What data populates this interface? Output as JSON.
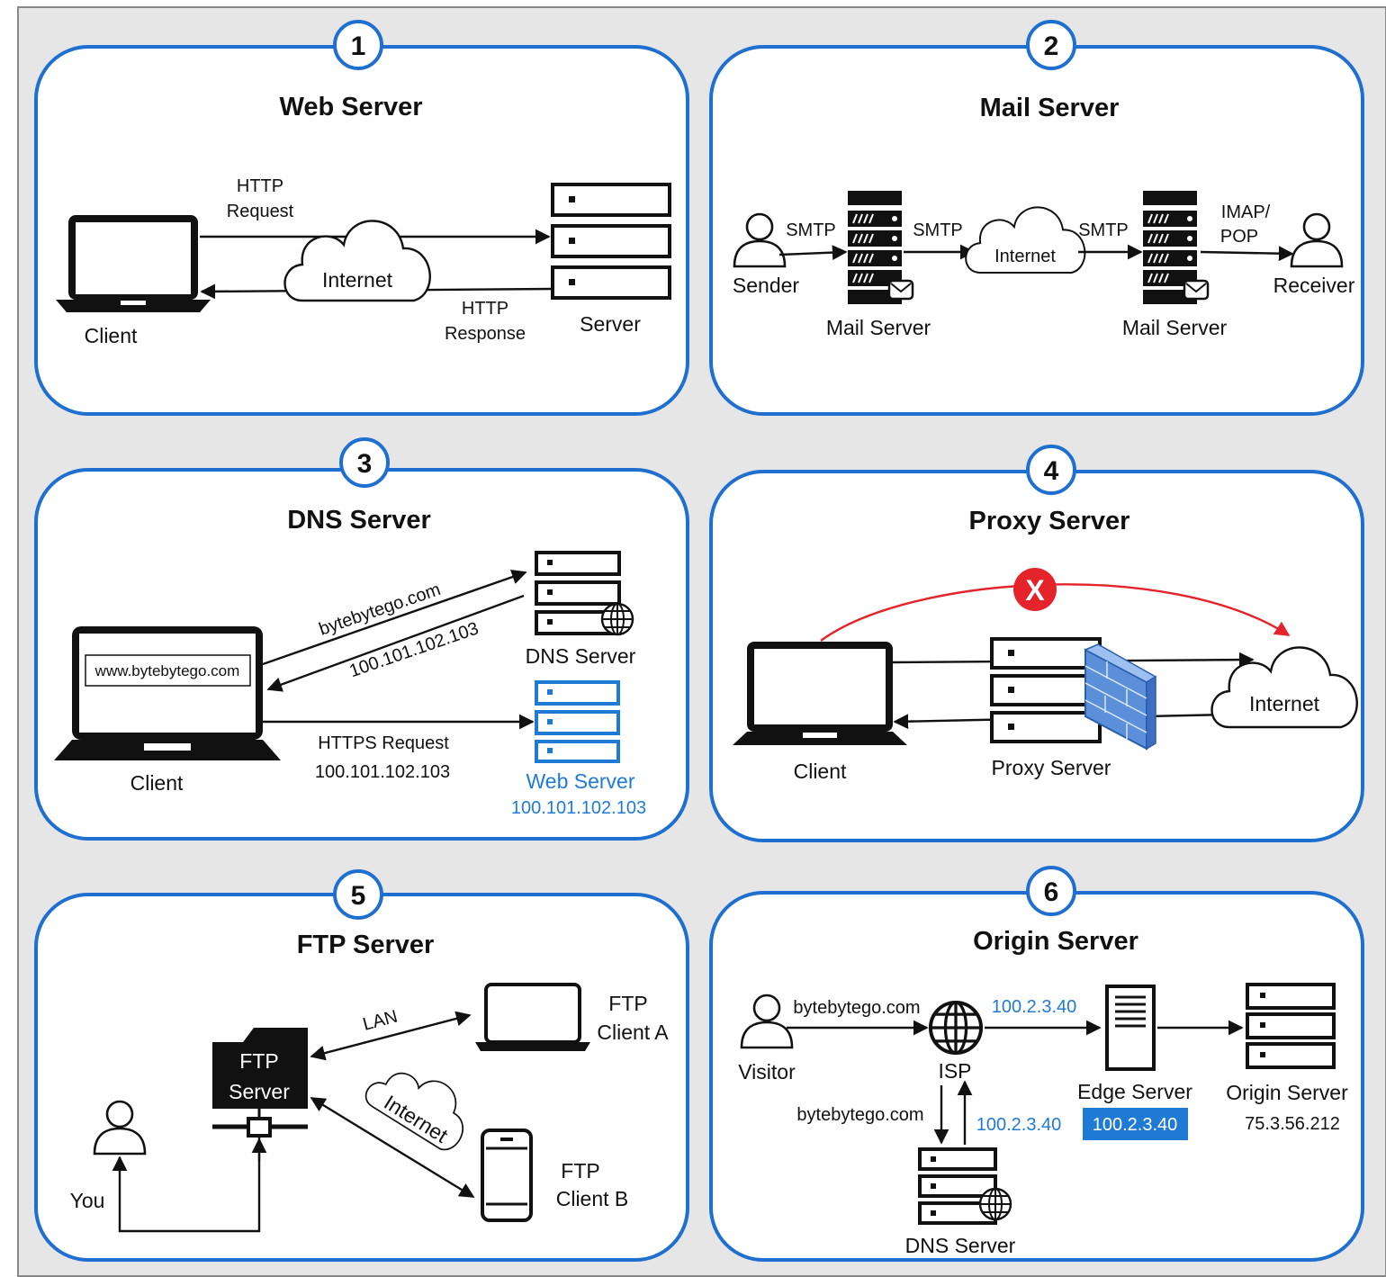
{
  "panels": [
    {
      "number": "1",
      "title": "Web Server"
    },
    {
      "number": "2",
      "title": "Mail Server"
    },
    {
      "number": "3",
      "title": "DNS Server"
    },
    {
      "number": "4",
      "title": "Proxy Server"
    },
    {
      "number": "5",
      "title": "FTP Server"
    },
    {
      "number": "6",
      "title": "Origin Server"
    }
  ],
  "web": {
    "client": "Client",
    "server": "Server",
    "internet": "Internet",
    "request_1": "HTTP",
    "request_2": "Request",
    "response_1": "HTTP",
    "response_2": "Response"
  },
  "mail": {
    "sender": "Sender",
    "receiver": "Receiver",
    "internet": "Internet",
    "smtp": "SMTP",
    "imap_1": "IMAP/",
    "imap_2": "POP",
    "mail_server": "Mail Server"
  },
  "dns": {
    "url": "www.bytebytego.com",
    "client": "Client",
    "domain": "bytebytego.com",
    "ip_reply": "100.101.102.103",
    "dns_server": "DNS Server",
    "https_request": "HTTPS Request",
    "https_ip": "100.101.102.103",
    "web_server": "Web Server",
    "web_ip": "100.101.102.103"
  },
  "proxy": {
    "client": "Client",
    "proxy_server": "Proxy Server",
    "internet": "Internet",
    "blocked_mark": "X"
  },
  "ftp": {
    "server_1": "FTP",
    "server_2": "Server",
    "lan": "LAN",
    "internet": "Internet",
    "client_a_1": "FTP",
    "client_a_2": "Client A",
    "client_b_1": "FTP",
    "client_b_2": "Client B",
    "you": "You"
  },
  "origin": {
    "visitor": "Visitor",
    "domain": "bytebytego.com",
    "isp": "ISP",
    "ip_top": "100.2.3.40",
    "dns_domain": "bytebytego.com",
    "ip_dns": "100.2.3.40",
    "dns_server": "DNS Server",
    "edge_server": "Edge Server",
    "edge_ip": "100.2.3.40",
    "origin_server": "Origin Server",
    "origin_ip": "75.3.56.212"
  },
  "colors": {
    "panel_border": "#1f6fd1",
    "accent_blue": "#1f7ad6",
    "block_red": "#e4232a",
    "background": "#e6e6e6"
  }
}
